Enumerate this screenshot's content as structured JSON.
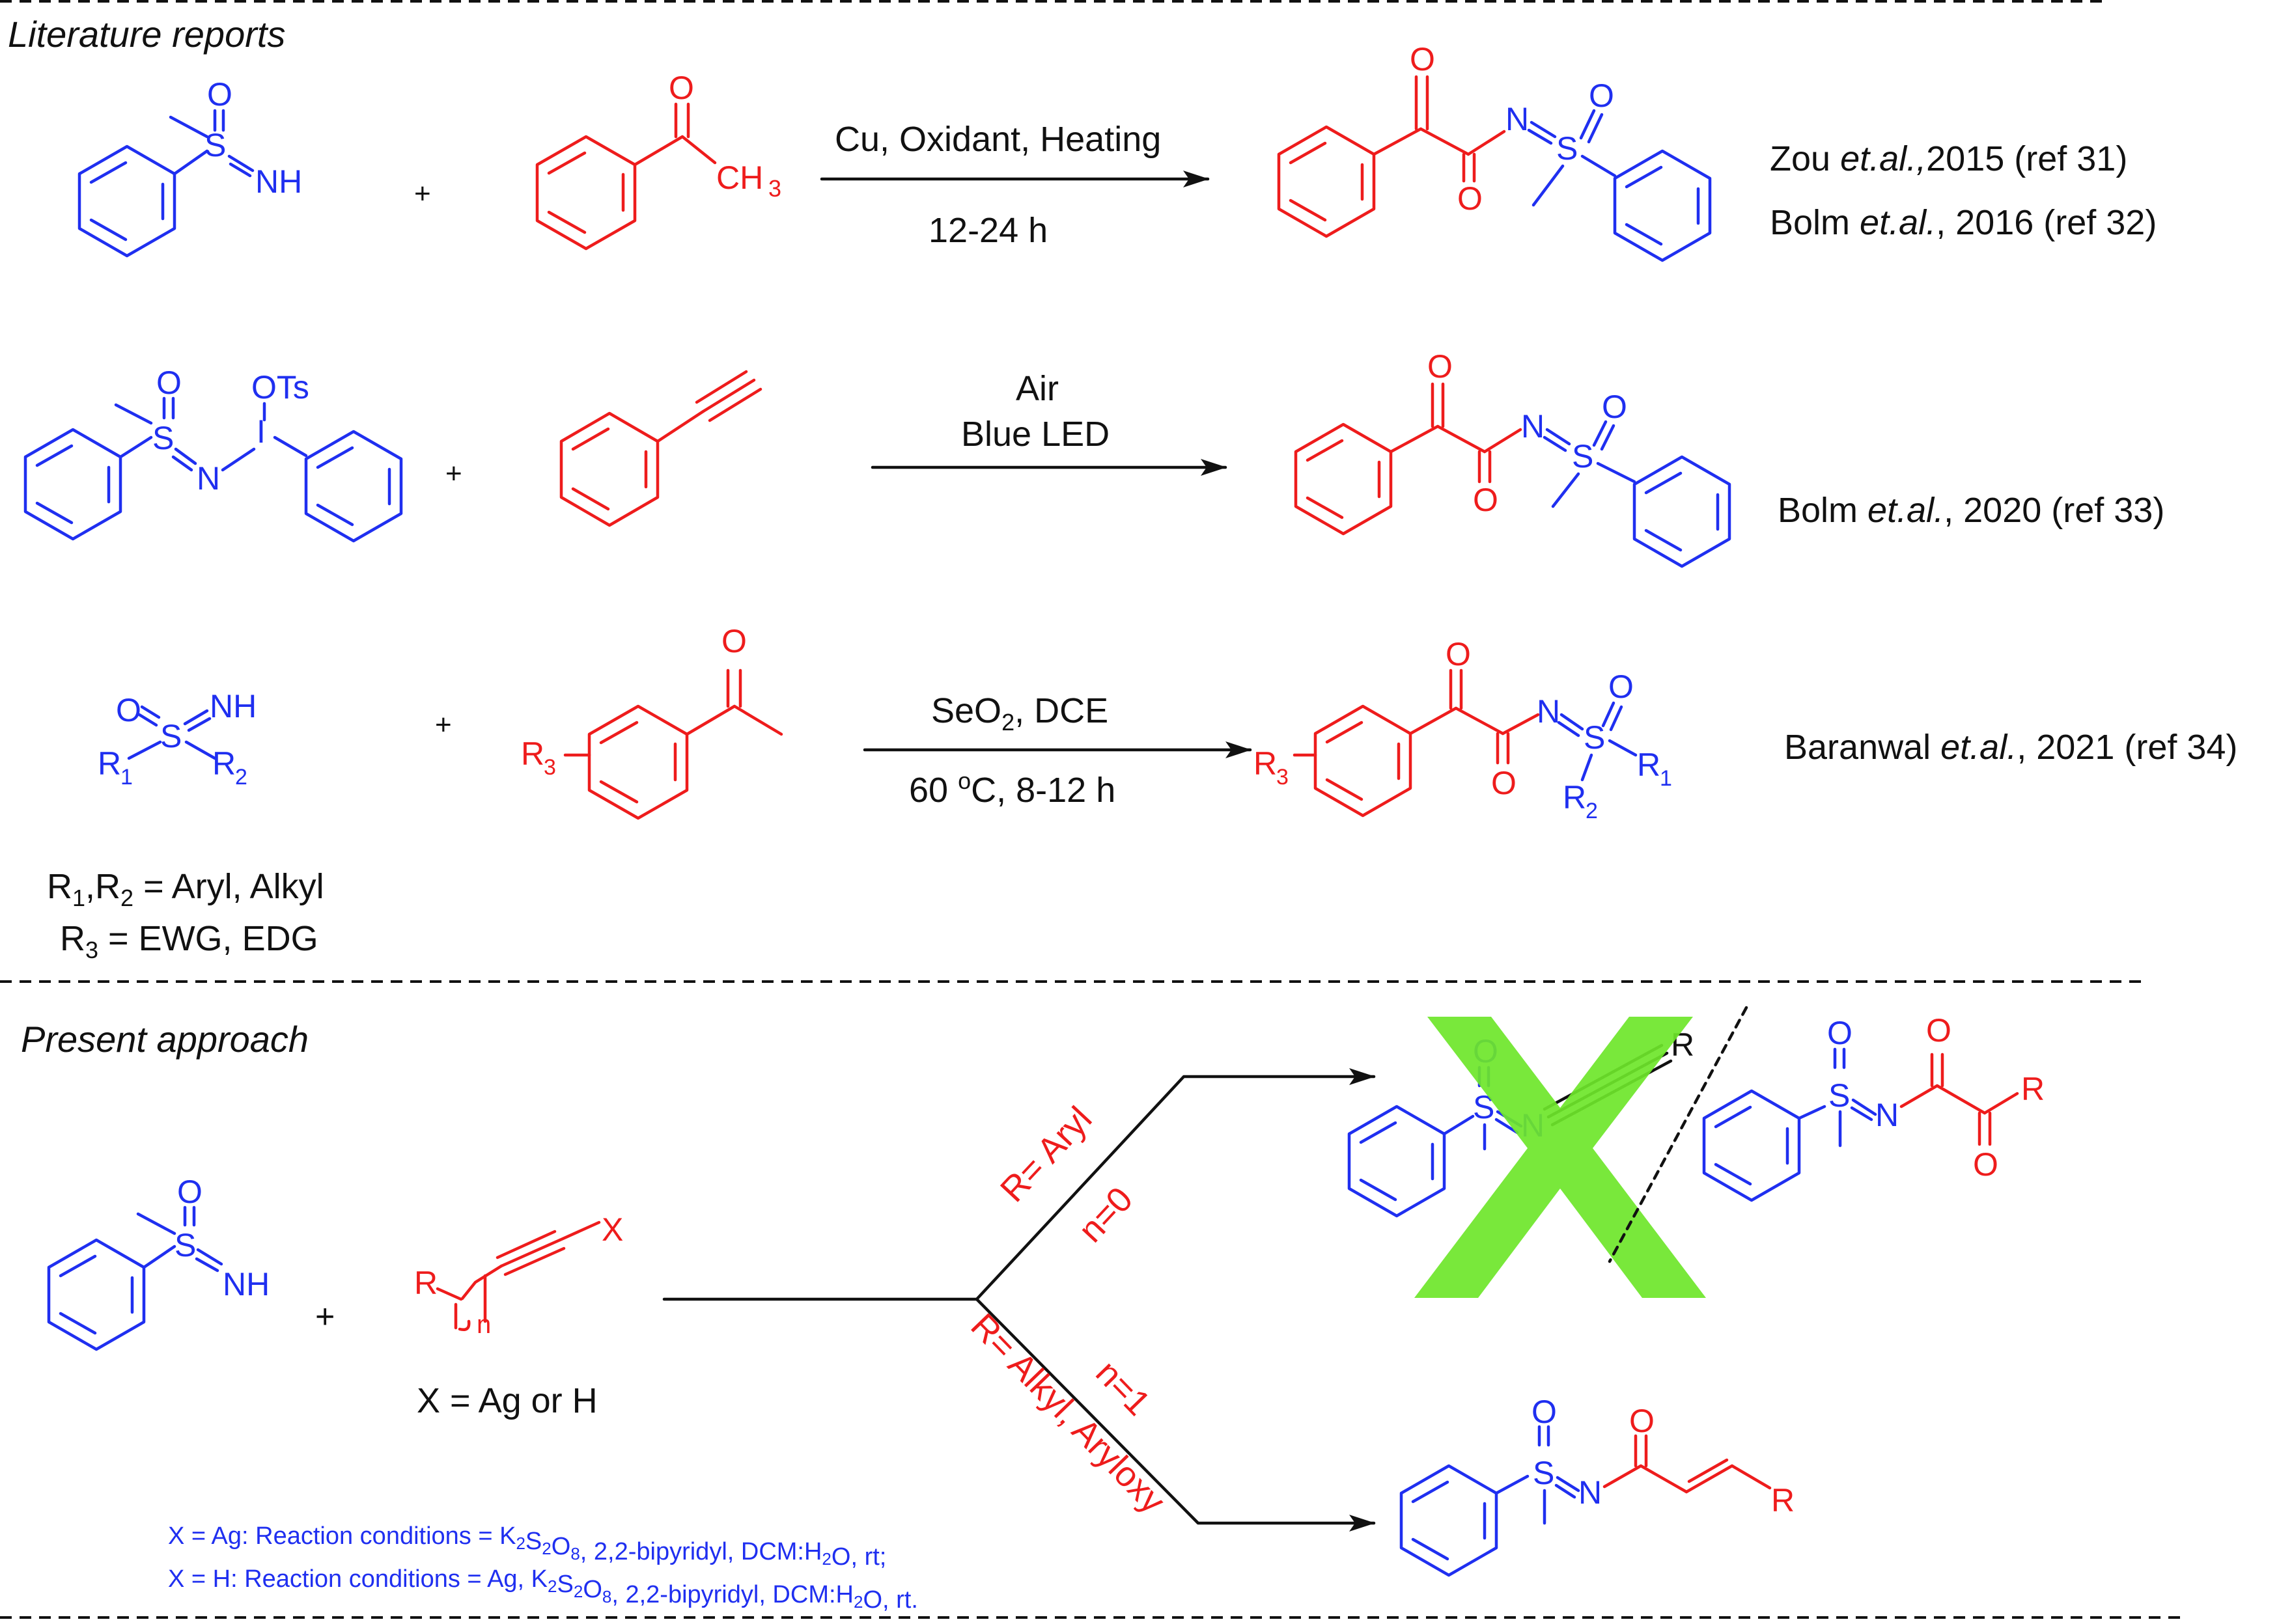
{
  "sections": {
    "literature": "Literature reports",
    "present": "Present approach"
  },
  "rxn1": {
    "cond_top": "Cu, Oxidant, Heating",
    "cond_bottom": "12-24 h",
    "ref_a_author": "Zou ",
    "ref_a_etal": "et.al.,",
    "ref_a_rest": "2015 (ref 31)",
    "ref_b_author": "Bolm ",
    "ref_b_etal": "et.al.",
    "ref_b_rest": ", 2016 (ref 32)"
  },
  "rxn2": {
    "cond_top": "Air",
    "cond_bottom": "Blue LED",
    "ref_author": "Bolm ",
    "ref_etal": "et.al.",
    "ref_rest": ", 2020  (ref 33)"
  },
  "rxn3": {
    "cond_top_a": "SeO",
    "cond_top_sub": "2",
    "cond_top_b": ", DCE",
    "cond_bottom_a": "60 ",
    "cond_bottom_sup": "o",
    "cond_bottom_b": "C, 8-12 h",
    "ref_author": "Baranwal ",
    "ref_etal": "et.al.",
    "ref_rest": ", 2021 (ref 34)"
  },
  "definitions": {
    "line1_a": "R",
    "line1_sub1": "1",
    "line1_b": ",R",
    "line1_sub2": "2",
    "line1_c": " = Aryl, Alkyl",
    "line2_a": "R",
    "line2_sub": "3",
    "line2_b": " = EWG, EDG"
  },
  "present": {
    "x_label": "X = Ag or H",
    "upper_branch_r": "R= Aryl",
    "upper_branch_n": "n=0",
    "lower_branch_r": "R= Alkyl, Aryloxy",
    "lower_branch_n": "n=1",
    "conditions_ag": "X = Ag: Reaction conditions = K2S2O8, 2,2-bipyridyl, DCM:H2O, rt;",
    "conditions_h": "X = H: Reaction conditions = Ag, K2S2O8, 2,2-bipyridyl, DCM:H2O, rt."
  },
  "atoms": {
    "O": "O",
    "S": "S",
    "N": "N",
    "NH": "NH",
    "CH": "CH",
    "three": "3",
    "OTs": "OTs",
    "I": "I",
    "R": "R",
    "one": "1",
    "two": "2",
    "X": "X",
    "n": "n",
    "plus": "+"
  },
  "colors": {
    "reagent": "#1f2ff0",
    "product_core": "#ee1c1c",
    "text": "#111111",
    "cross_mark": "#6ee62a"
  }
}
